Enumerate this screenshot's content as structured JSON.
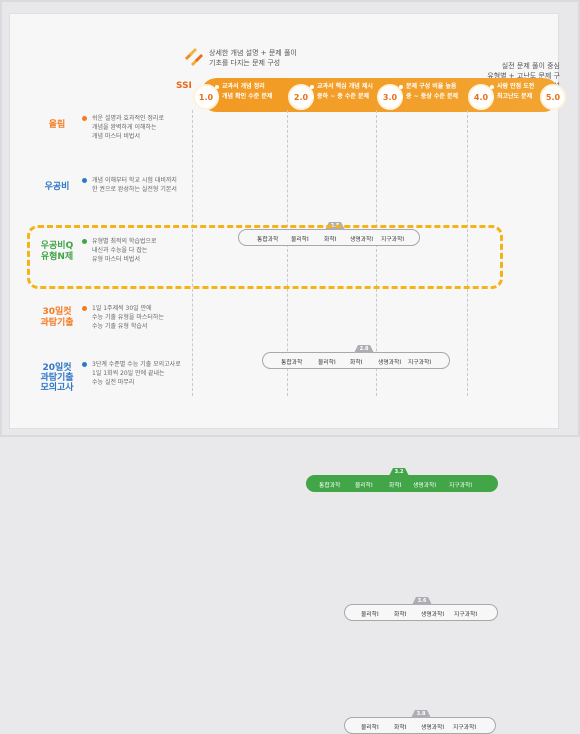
{
  "header": {
    "intro_line1": "상세한 개념 설명 + 문제 풀이",
    "intro_line2": "기초를 다지는 문제 구성",
    "right_line1": "실전 문제 풀이 중심",
    "right_line2": "유형별 + 고난도 문제 구성",
    "scale_label": "SSI"
  },
  "levels": [
    {
      "value": "1.0",
      "lines": [
        "교과서 개념 정리",
        "개념 확인 수준 문제"
      ]
    },
    {
      "value": "2.0",
      "lines": [
        "교과서 핵심 개념 제시",
        "중하 ~ 중 수준 문제"
      ]
    },
    {
      "value": "3.0",
      "lines": [
        "문제 구성 비율 높음",
        "중 ~ 중상 수준 문제"
      ]
    },
    {
      "value": "4.0",
      "lines": [
        "사람 만점 도전",
        "최고난도 문제"
      ]
    },
    {
      "value": "5.0",
      "lines": []
    }
  ],
  "sections": [
    {
      "title": "올림",
      "title_color": "#f47b21",
      "dot_color": "#f47b21",
      "desc": [
        "쉬운 설명과 효과적인 정리로",
        "개념을 완벽하게 이해하는",
        "개념 마스터 비법서"
      ],
      "badge": "2.5",
      "items": [
        "통합과학",
        "물리학Ⅰ",
        "화학Ⅰ",
        "생명과학Ⅰ",
        "지구과학Ⅰ"
      ]
    },
    {
      "title": "우공비",
      "title_color": "#2f77c6",
      "dot_color": "#2f77c6",
      "desc": [
        "개념 이해부터 학교 시험 대비까지",
        "한 권으로 완성하는 실전형 기본서"
      ],
      "badge": "2.8",
      "items": [
        "통합과학",
        "물리학Ⅰ",
        "화학Ⅰ",
        "생명과학Ⅰ",
        "지구과학Ⅰ"
      ]
    },
    {
      "title_line1": "우공비Q",
      "title_line2": "유형N제",
      "title_color": "#41a447",
      "dot_color": "#41a447",
      "desc": [
        "유형별 최적의 학습법으로",
        "내신과 수능을 다 잡는",
        "유형 마스터 비법서"
      ],
      "badge": "3.2",
      "items": [
        "통합과학",
        "물리학Ⅰ",
        "화학Ⅰ",
        "생명과학Ⅰ",
        "지구과학Ⅰ"
      ]
    },
    {
      "title_line1": "30일컷",
      "title_line2": "과탐기출",
      "title_color": "#f47b21",
      "dot_color": "#f47b21",
      "desc": [
        "1일 1주제씩 30일 만에",
        "수능 기출 유형을 마스터하는",
        "수능 기출 유형 학습서"
      ],
      "badge": "3.6",
      "items": [
        "물리학Ⅰ",
        "화학Ⅰ",
        "생명과학Ⅰ",
        "지구과학Ⅰ"
      ]
    },
    {
      "title_line1": "20일컷",
      "title_line2": "과탐기출",
      "title_line3": "모의고사",
      "title_color": "#2f77c6",
      "dot_color": "#2f77c6",
      "desc": [
        "3단계 수준별 수능 기출 모의고사로",
        "1일 1회씩 20일 만에 끝내는",
        "수능 실전 마무리"
      ],
      "badge": "3.8",
      "items": [
        "물리학Ⅰ",
        "화학Ⅰ",
        "생명과학Ⅰ",
        "지구과학Ⅰ"
      ]
    }
  ]
}
